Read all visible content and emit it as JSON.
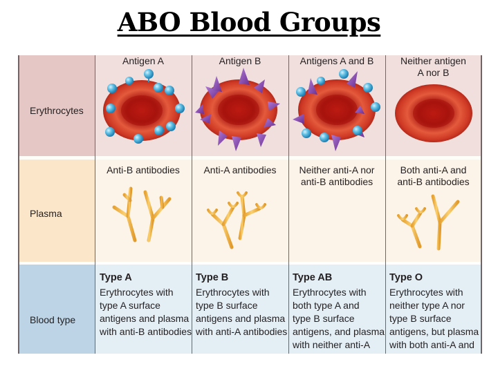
{
  "title": "ABO Blood Groups",
  "rows": {
    "erythrocytes": "Erythrocytes",
    "plasma": "Plasma",
    "blood_type": "Blood type"
  },
  "columns": [
    {
      "antigen": "Antigen A",
      "antigen_line2": "",
      "antibody": "Anti-B antibodies",
      "antibody_line2": "",
      "type": "Type A",
      "desc": [
        "Erythrocytes with",
        "type A surface",
        "antigens and plasma",
        "with anti-B antibodies"
      ]
    },
    {
      "antigen": "Antigen B",
      "antigen_line2": "",
      "antibody": "Anti-A antibodies",
      "antibody_line2": "",
      "type": "Type B",
      "desc": [
        "Erythrocytes with",
        "type B surface",
        "antigens and plasma",
        "with anti-A antibodies"
      ]
    },
    {
      "antigen": "Antigens A and B",
      "antigen_line2": "",
      "antibody": "Neither anti-A nor",
      "antibody_line2": "anti-B antibodies",
      "type": "Type AB",
      "desc": [
        "Erythrocytes with",
        "both type A and",
        "type B surface",
        "antigens, and plasma",
        "with neither anti-A"
      ]
    },
    {
      "antigen": "Neither antigen",
      "antigen_line2": "A nor B",
      "antibody": "Both anti-A and",
      "antibody_line2": "anti-B antibodies",
      "type": "Type O",
      "desc": [
        "Erythrocytes with",
        "neither type A nor",
        "type B surface",
        "antigens, but plasma",
        "with both anti-A and"
      ]
    }
  ],
  "colors": {
    "erythro_label_bg": "#e5c8c5",
    "erythro_bg": "#f0dfdd",
    "plasma_label_bg": "#fbe6c9",
    "plasma_bg": "#fcf4e8",
    "type_label_bg": "#bcd4e6",
    "type_bg": "#e3eef5",
    "antigen_a": "#4fb4dc",
    "antigen_b": "#8a4bb0",
    "rbc": "#c4231c",
    "antibody": "#f2b845"
  }
}
